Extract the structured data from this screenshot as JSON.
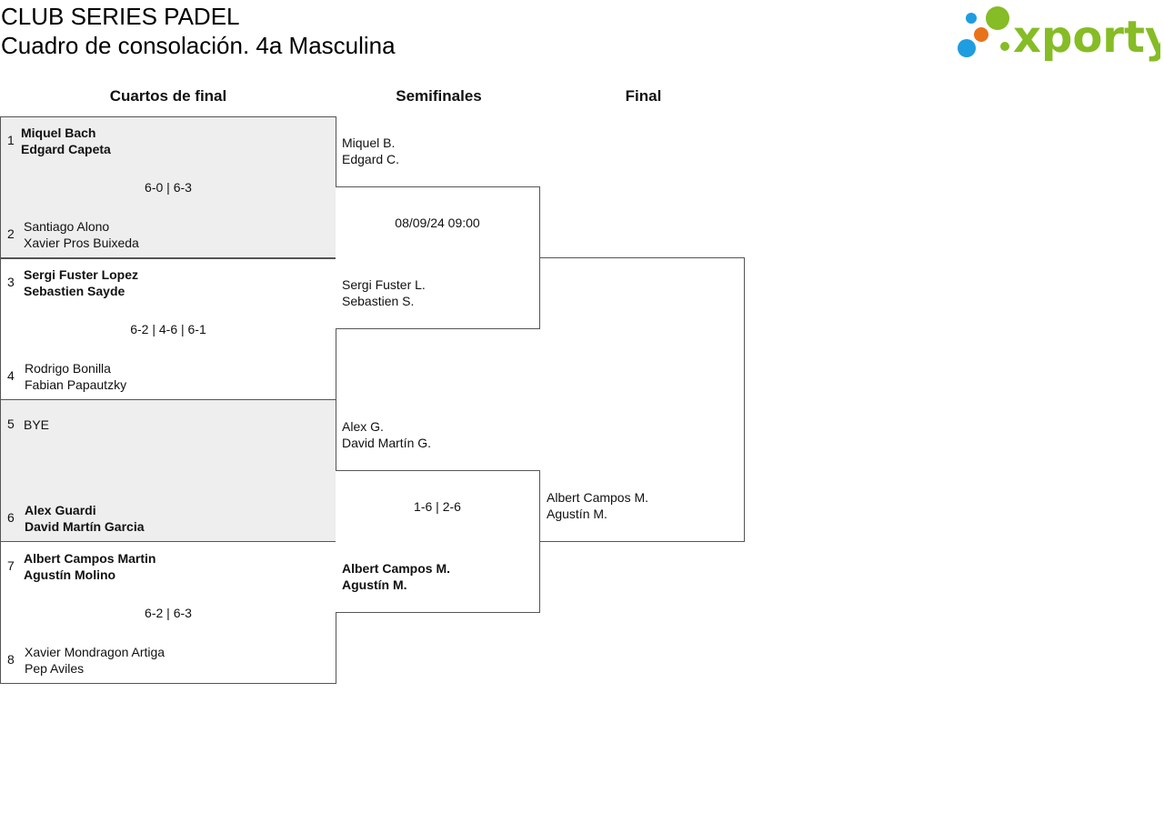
{
  "header": {
    "title_line1": "CLUB SERIES PADEL",
    "title_line2": "Cuadro de consolación. 4a Masculina",
    "logo_text": "xporty"
  },
  "colors": {
    "logo_green": "#86bc25",
    "logo_blue": "#1e9de0",
    "logo_orange": "#e8731b",
    "shaded_bg": "#eeeeee"
  },
  "rounds": {
    "quarterfinals": "Cuartos de final",
    "semifinals": "Semifinales",
    "final": "Final"
  },
  "quarterfinals": [
    {
      "score": "6-0 | 6-3",
      "top": {
        "seed": "1",
        "p1": "Miquel Bach",
        "p2": "Edgard Capeta"
      },
      "bottom": {
        "seed": "2",
        "p1": "Santiago Alono",
        "p2": "Xavier Pros Buixeda"
      }
    },
    {
      "score": "6-2 | 4-6 | 6-1",
      "top": {
        "seed": "3",
        "p1": "Sergi Fuster Lopez",
        "p2": "Sebastien Sayde"
      },
      "bottom": {
        "seed": "4",
        "p1": "Rodrigo Bonilla",
        "p2": "Fabian Papautzky"
      }
    },
    {
      "score": "",
      "top": {
        "seed": "5",
        "p1": "BYE",
        "p2": ""
      },
      "bottom": {
        "seed": "6",
        "p1": "Alex Guardi",
        "p2": "David Martín Garcia"
      }
    },
    {
      "score": "6-2 | 6-3",
      "top": {
        "seed": "7",
        "p1": "Albert Campos Martin",
        "p2": "Agustín Molino"
      },
      "bottom": {
        "seed": "8",
        "p1": "Xavier Mondragon Artiga",
        "p2": "Pep Aviles"
      }
    }
  ],
  "semifinals": [
    {
      "info": "08/09/24 09:00",
      "top": {
        "p1": "Miquel B.",
        "p2": "Edgard C."
      },
      "bottom": {
        "p1": "Sergi Fuster L.",
        "p2": "Sebastien S."
      }
    },
    {
      "info": "1-6 | 2-6",
      "top": {
        "p1": "Alex G.",
        "p2": "David Martín G."
      },
      "bottom": {
        "p1": "Albert Campos M.",
        "p2": "Agustín M."
      }
    }
  ],
  "final": {
    "bottom": {
      "p1": "Albert Campos M.",
      "p2": "Agustín M."
    }
  }
}
